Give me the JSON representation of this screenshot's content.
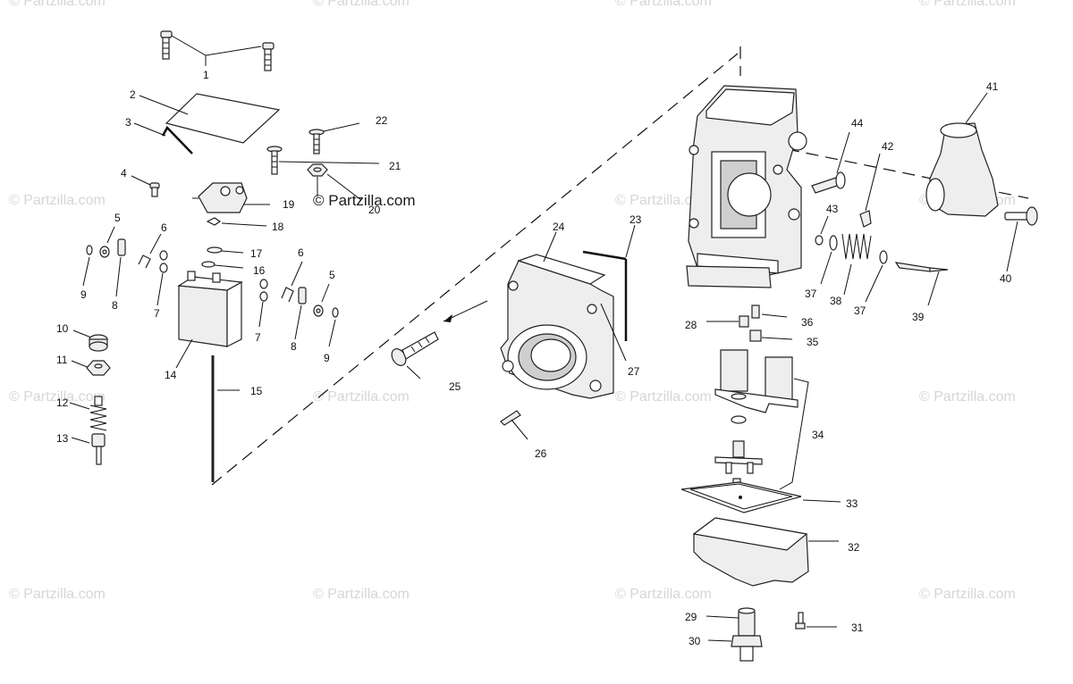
{
  "watermark": {
    "main": "© Partzilla.com",
    "tile": "© Partzilla.com"
  },
  "callouts": {
    "c1": "1",
    "c2": "2",
    "c3": "3",
    "c4": "4",
    "c5a": "5",
    "c5b": "5",
    "c6a": "6",
    "c6b": "6",
    "c7a": "7",
    "c7b": "7",
    "c8a": "8",
    "c8b": "8",
    "c9a": "9",
    "c9b": "9",
    "c10": "10",
    "c11": "11",
    "c12": "12",
    "c13": "13",
    "c14": "14",
    "c15": "15",
    "c16": "16",
    "c17": "17",
    "c18": "18",
    "c19": "19",
    "c20": "20",
    "c21": "21",
    "c22": "22",
    "c23": "23",
    "c24": "24",
    "c25": "25",
    "c26": "26",
    "c27": "27",
    "c28": "28",
    "c29": "29",
    "c30": "30",
    "c31": "31",
    "c32": "32",
    "c33": "33",
    "c34": "34",
    "c35": "35",
    "c36": "36",
    "c37a": "37",
    "c37b": "37",
    "c38": "38",
    "c39": "39",
    "c40": "40",
    "c41": "41",
    "c42": "42",
    "c43": "43",
    "c44": "44"
  }
}
